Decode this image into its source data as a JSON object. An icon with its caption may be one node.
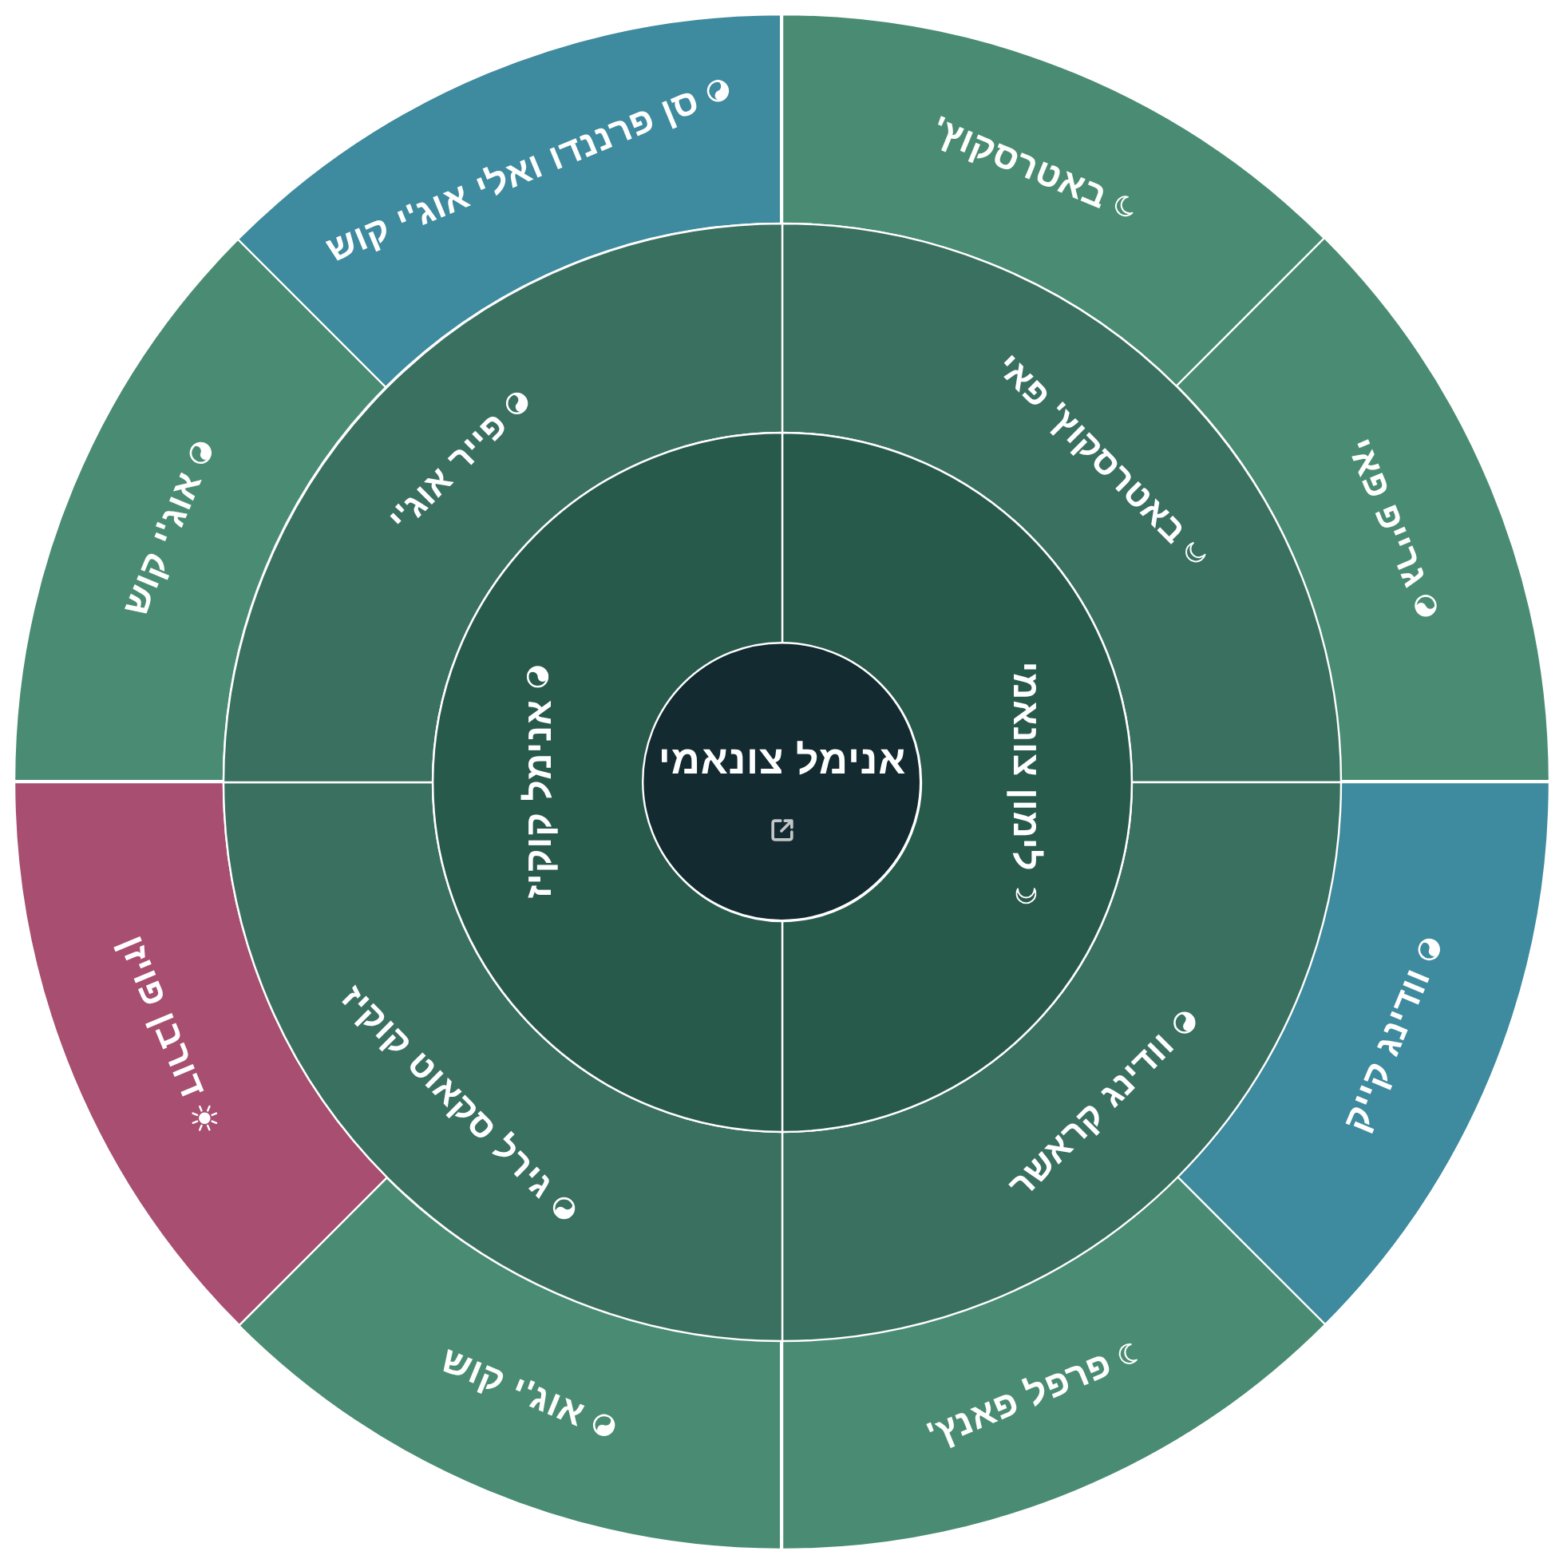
{
  "diagram": {
    "nodes": [
      {
        "text": [
          "אנימל צונאמי"
        ]
      },
      {
        "text": [
          "לימון צונאמי"
        ]
      },
      {
        "text": [
          "אנימל קוקיז"
        ]
      },
      {
        "text": [
          "באטרסקוץ' פאי"
        ]
      },
      {
        "text": [
          "וודינג קראשר"
        ]
      },
      {
        "text": [
          "גירל סקאוט קוקיז"
        ]
      },
      {
        "text": [
          "פייר אוג'י"
        ]
      },
      {
        "text": [
          "באטרסקוץ'"
        ]
      },
      {
        "text": [
          "גרייפ פאי"
        ]
      },
      {
        "text": [
          "וודינג קייק"
        ]
      },
      {
        "text": [
          "פרפל פאנץ'"
        ]
      },
      {
        "text": [
          "אוג'י קוש"
        ]
      },
      {
        "text": [
          "דורבן פויזן"
        ]
      },
      {
        "text": [
          "אוג'י קוש"
        ]
      },
      {
        "text": [
          "סן פרננדו ואלי אוג'י קוש"
        ]
      }
    ]
  }
}
